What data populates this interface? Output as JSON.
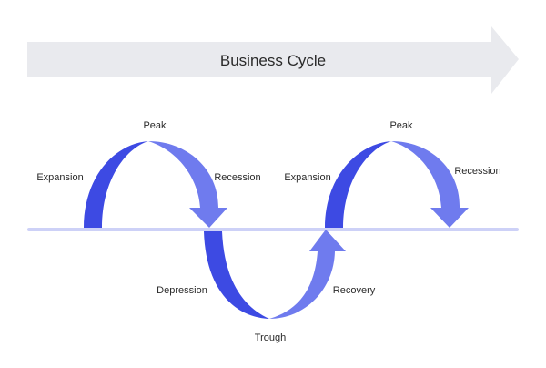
{
  "title": "Business Cycle",
  "colors": {
    "banner": "#e9eaee",
    "dark_arrow": "#3d4ae3",
    "light_arrow": "#6f7bee",
    "baseline": "#cdd1f7",
    "text": "#2a2a2a"
  },
  "labels": {
    "peak_1": "Peak",
    "expansion_1": "Expansion",
    "recession_1": "Recession",
    "depression": "Depression",
    "trough": "Trough",
    "recovery": "Recovery",
    "expansion_2": "Expansion",
    "peak_2": "Peak",
    "recession_2": "Recession"
  }
}
